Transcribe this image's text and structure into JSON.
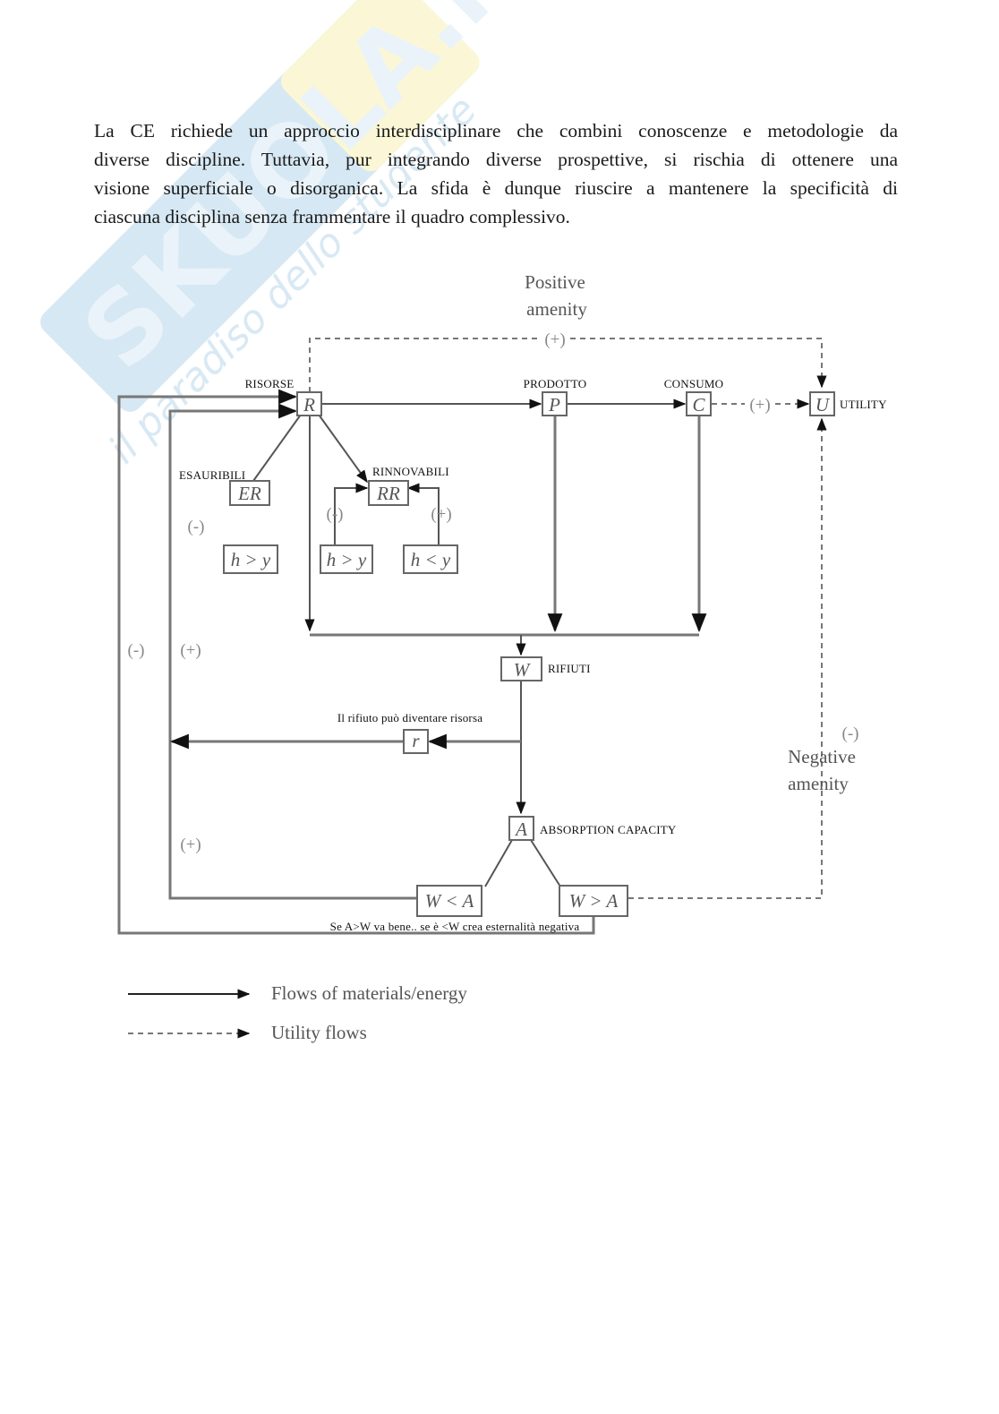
{
  "watermark": {
    "brand": "SKUOLA.net",
    "tagline": "il paradiso dello studente",
    "colors": {
      "blue": "#cfe4f2",
      "yellow": "#fbf6cf"
    }
  },
  "paragraph": {
    "lines": [
      "La CE richiede un approccio interdisciplinare che combini conoscenze e metodologie da",
      "diverse discipline. Tuttavia, pur integrando diverse prospettive, si rischia di ottenere una",
      "visione superficiale o disorganica. La sfida è dunque riuscire a mantenere la specificità di",
      "ciascuna disciplina senza frammentare il quadro complessivo."
    ]
  },
  "diagram": {
    "positive_amenity": {
      "line1": "Positive",
      "line2": "amenity",
      "sign": "(+)"
    },
    "negative_amenity": {
      "line1": "Negative",
      "line2": "amenity",
      "sign": "(-)"
    },
    "nodes": {
      "R": {
        "symbol": "R",
        "label": "RISORSE"
      },
      "P": {
        "symbol": "P",
        "label": "PRODOTTO"
      },
      "C": {
        "symbol": "C",
        "label": "CONSUMO"
      },
      "U": {
        "symbol": "U",
        "label": "UTILITY"
      },
      "ER": {
        "symbol": "ER",
        "label": "ESAURIBILI"
      },
      "RR": {
        "symbol": "RR",
        "label": "RINNOVABILI"
      },
      "W": {
        "symbol": "W",
        "label": "RIFIUTI"
      },
      "r": {
        "symbol": "r",
        "label": "Il rifiuto può diventare risorsa"
      },
      "A": {
        "symbol": "A",
        "label": "ABSORPTION CAPACITY"
      },
      "WltA": {
        "symbol": "W < A"
      },
      "WgtA": {
        "symbol": "W > A"
      }
    },
    "conditions": {
      "er_h": "h > y",
      "rr_h_gt": "h > y",
      "rr_h_lt": "h < y"
    },
    "signs": {
      "c_to_u": "(+)",
      "er": "(-)",
      "rr_minus": "(-)",
      "rr_plus": "(+)",
      "outer_loop": "(-)",
      "recycle_loop": "(+)",
      "absorb_loop": "(+)"
    },
    "note": "Se A>W va bene.. se è <W crea esternalità negativa"
  },
  "legend": {
    "items": [
      {
        "type": "solid",
        "label": "Flows of materials/energy"
      },
      {
        "type": "dashed",
        "label": "Utility flows"
      }
    ]
  }
}
